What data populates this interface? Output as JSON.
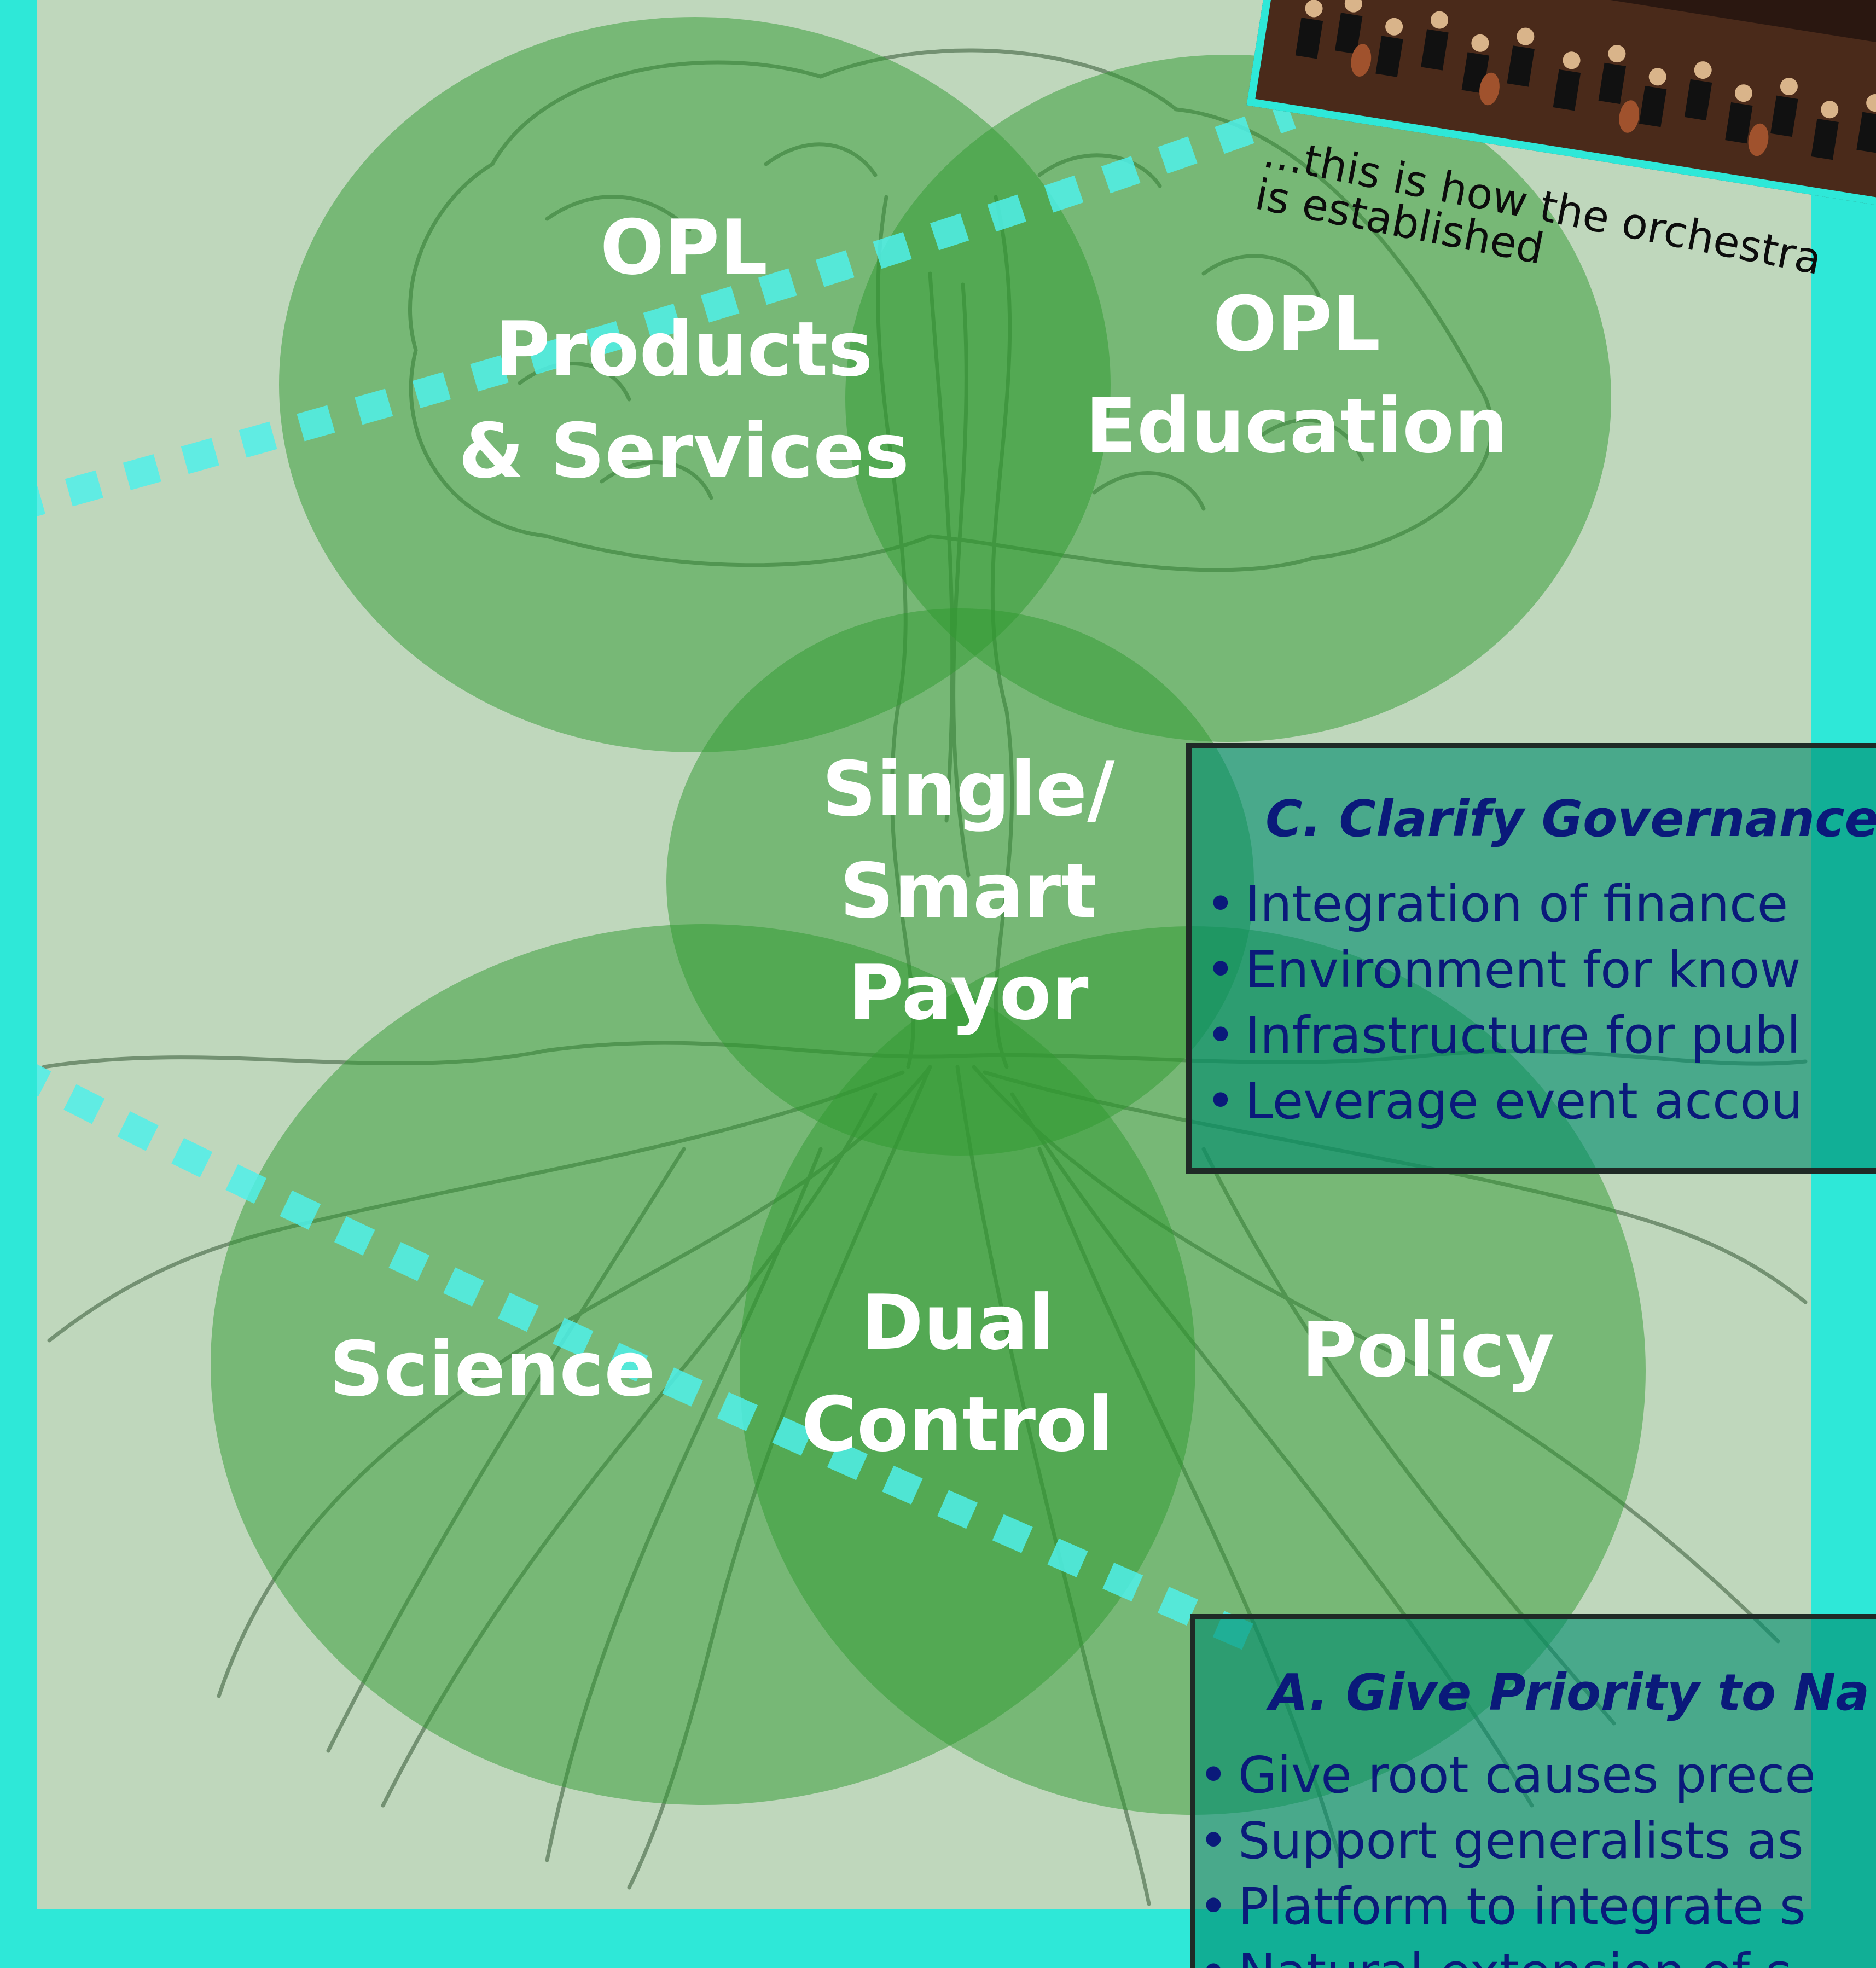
{
  "colors": {
    "outer_frame": "#2ee8d8",
    "panel_background": "#bfd7bc",
    "circle_fill": "#2f9a2f",
    "label_text": "#ffffff",
    "box_fill": "#009a72",
    "box_border": "#1f2a26",
    "box_text": "#0a1a7a",
    "dotted_path": "#4ff0ea",
    "tree_sketch": "#5a7a5a"
  },
  "circles": {
    "products": {
      "lines": [
        "OPL",
        "Products",
        "& Services"
      ]
    },
    "education": {
      "lines": [
        "OPL",
        "Education"
      ]
    },
    "payor": {
      "lines": [
        "Single/",
        "Smart",
        "Payor"
      ]
    },
    "science": {
      "lines": [
        "Science"
      ]
    },
    "dual_control": {
      "lines": [
        "Dual",
        "Control"
      ]
    },
    "policy": {
      "lines": [
        "Policy"
      ]
    }
  },
  "annotation": {
    "lines": [
      "...this is how the orchestra",
      "is established"
    ]
  },
  "photo": {
    "icon": "orchestra-photo"
  },
  "box_c": {
    "title": "C. Clarify Governance",
    "items": [
      "Integration of finance",
      "Environment for know",
      "Infrastructure for publ",
      "Leverage event accou"
    ]
  },
  "box_a": {
    "title": "A. Give Priority to Na",
    "items": [
      "Give root causes prece",
      "Support generalists as",
      "Platform to integrate s",
      "Natural extension of s"
    ]
  }
}
